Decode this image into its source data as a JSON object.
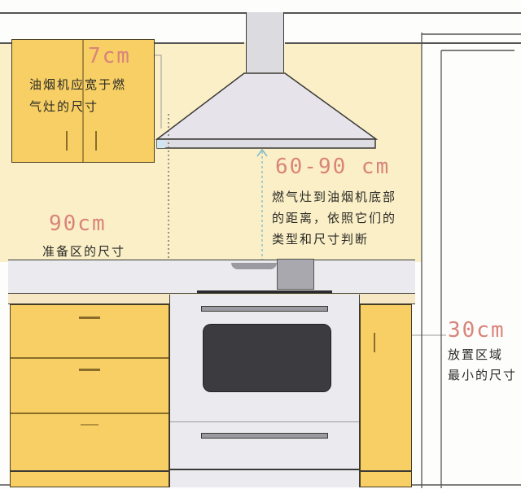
{
  "diagram": {
    "title": "Kitchen stove and range hood dimension guide",
    "colors": {
      "wall": "#fbefc7",
      "cabinet": "#f7cf64",
      "counter": "#ebebef",
      "hood": "#e6e4ea",
      "dimension_text": "#d9847a",
      "dimension_arrow": "#7fb8c8",
      "outline": "#3a3a36"
    },
    "annotations": {
      "hood_overhang": {
        "value": "7cm",
        "text_line1": "油烟机应宽于燃",
        "text_line2": "气灶的尺寸"
      },
      "hood_height": {
        "value": "60-90 cm",
        "text_line1": "燃气灶到油烟机底部",
        "text_line2": "的距离，依照它们的",
        "text_line3": "类型和尺寸判断"
      },
      "prep_area": {
        "value": "90cm",
        "text": "准备区的尺寸"
      },
      "landing_area": {
        "value": "30cm",
        "text_line1": "放置区域",
        "text_line2": "最小的尺寸"
      }
    },
    "elements": [
      "upper-cabinet",
      "range-hood",
      "prep-counter",
      "stove-range",
      "oven-window",
      "lower-drawers",
      "side-cabinet",
      "refrigerator-outline"
    ]
  }
}
